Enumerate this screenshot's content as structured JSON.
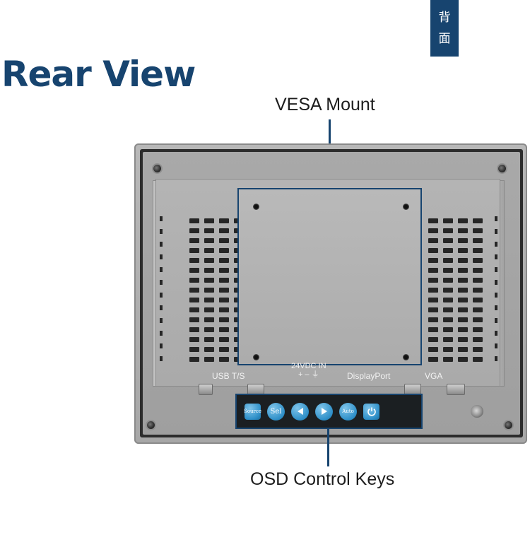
{
  "side_tab": {
    "char_1": "背",
    "char_2": "面"
  },
  "title": "Rear View",
  "callouts": {
    "vesa": "VESA Mount",
    "osd": "OSD Control Keys"
  },
  "ports": {
    "usb": "USB T/S",
    "dc_line1": "24VDC IN",
    "dc_line2": "+ – ⏚",
    "displayport": "DisplayPort",
    "vga": "VGA"
  },
  "osd_keys": [
    {
      "label": "Source",
      "icon": "source-key"
    },
    {
      "label": "Sel",
      "icon": "select-key"
    },
    {
      "label": "",
      "icon": "left-arrow-icon"
    },
    {
      "label": "",
      "icon": "right-arrow-icon"
    },
    {
      "label": "Auto",
      "icon": "auto-key"
    },
    {
      "label": "",
      "icon": "power-icon"
    }
  ],
  "colors": {
    "brand_blue": "#17446f",
    "key_blue": "#2e8fc8",
    "chassis_gray": "#a9a9a9"
  }
}
